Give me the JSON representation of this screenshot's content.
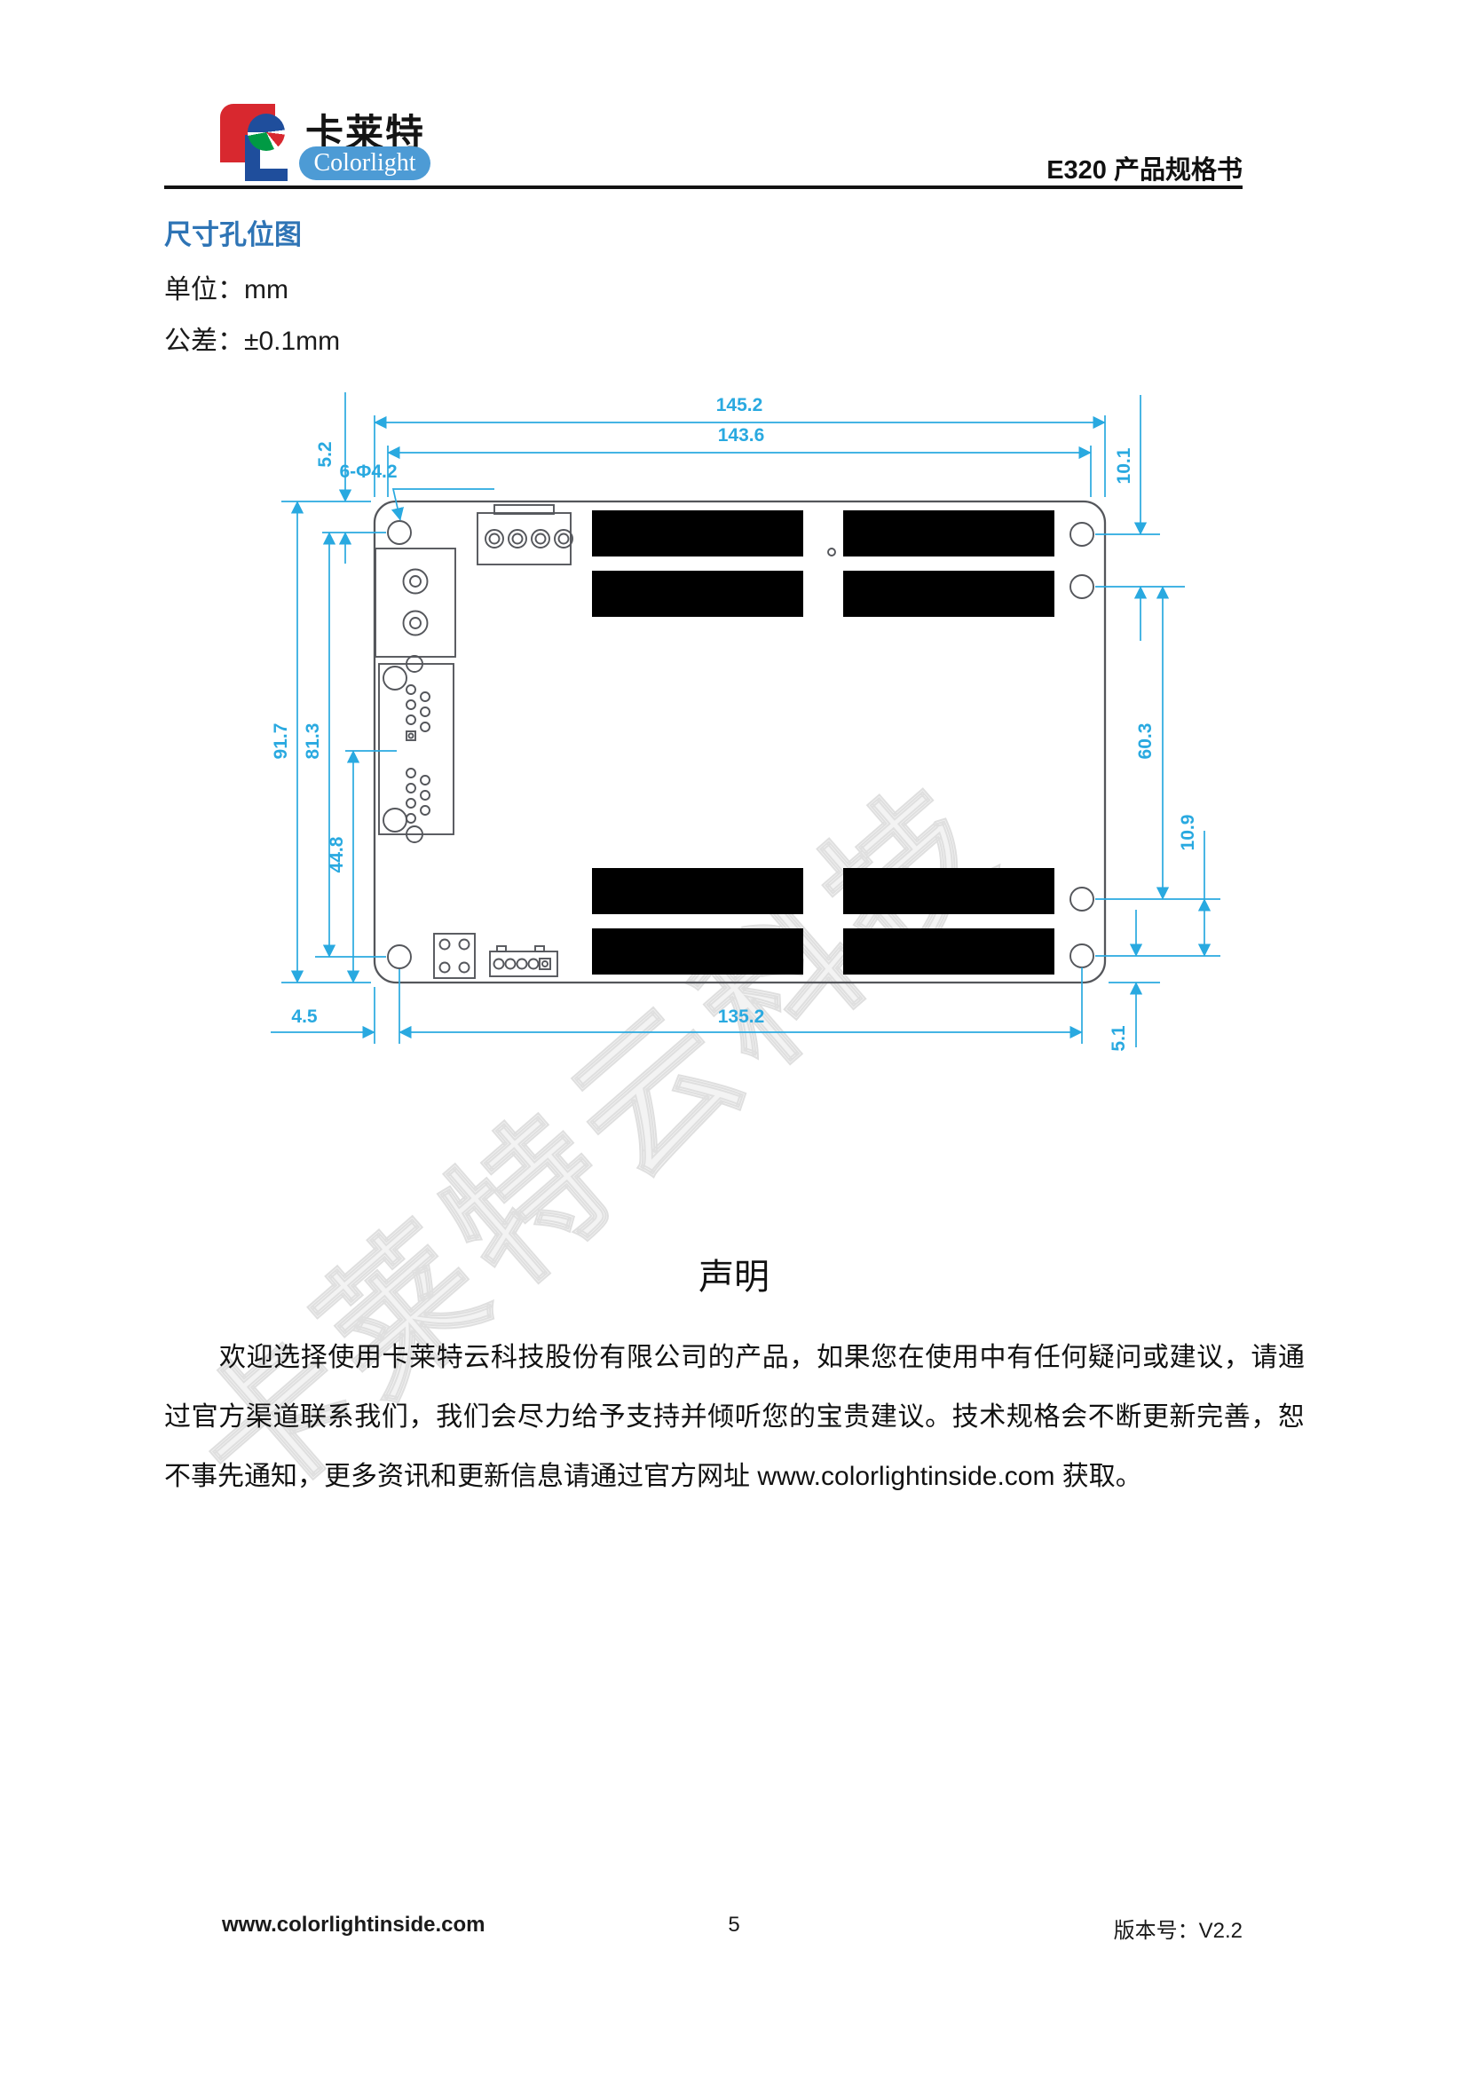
{
  "header": {
    "logo": {
      "zh": "卡莱特",
      "en": "Colorlight"
    },
    "doc_title": "E320 产品规格书"
  },
  "section": {
    "title": "尺寸孔位图",
    "unit_label": "单位：mm",
    "tolerance_label": "公差：±0.1mm"
  },
  "drawing": {
    "dims": {
      "width_total": "145.2",
      "width_inner": "143.6",
      "hole_callout": "6-Φ4.2",
      "top_inset": "5.2",
      "right_top_pitch": "10.1",
      "height_total": "91.7",
      "height_inner": "81.3",
      "left_lower": "44.8",
      "right_span": "60.3",
      "right_bottom_pitch": "10.9",
      "bottom_left_inset": "4.5",
      "bottom_span": "135.2",
      "bottom_right_inset": "5.1"
    },
    "colors": {
      "dimension": "#29A9E0",
      "outline": "#54565B"
    }
  },
  "watermark": {
    "text": "卡莱特云科技"
  },
  "statement": {
    "title": "声明",
    "body": "欢迎选择使用卡莱特云科技股份有限公司的产品，如果您在使用中有任何疑问或建议，请通过官方渠道联系我们，我们会尽力给予支持并倾听您的宝贵建议。技术规格会不断更新完善，恕不事先通知，更多资讯和更新信息请通过官方网址 www.colorlightinside.com 获取。"
  },
  "footer": {
    "website": "www.colorlightinside.com",
    "page_number": "5",
    "version": "版本号：V2.2"
  }
}
